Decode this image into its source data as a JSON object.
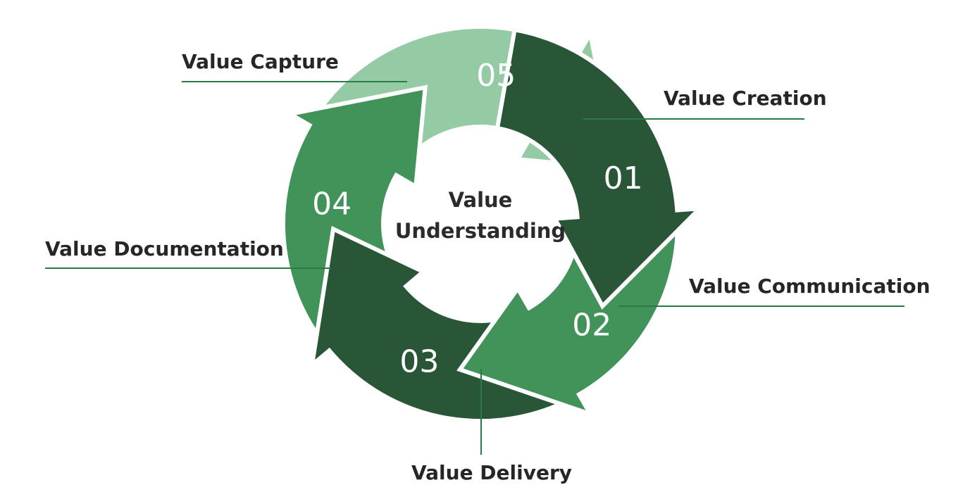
{
  "center": {
    "line1": "Value",
    "line2": "Understanding"
  },
  "steps": [
    {
      "number": "01",
      "label": "Value Creation",
      "color": "#285636"
    },
    {
      "number": "02",
      "label": "Value Communication",
      "color": "#41935a"
    },
    {
      "number": "03",
      "label": "Value Delivery",
      "color": "#285636"
    },
    {
      "number": "04",
      "label": "Value Documentation",
      "color": "#41935a"
    },
    {
      "number": "05",
      "label": "Value Capture",
      "color": "#94cba5"
    }
  ],
  "colors": {
    "line": "#2a7a45",
    "text": "#262626",
    "number": "#ffffff"
  }
}
